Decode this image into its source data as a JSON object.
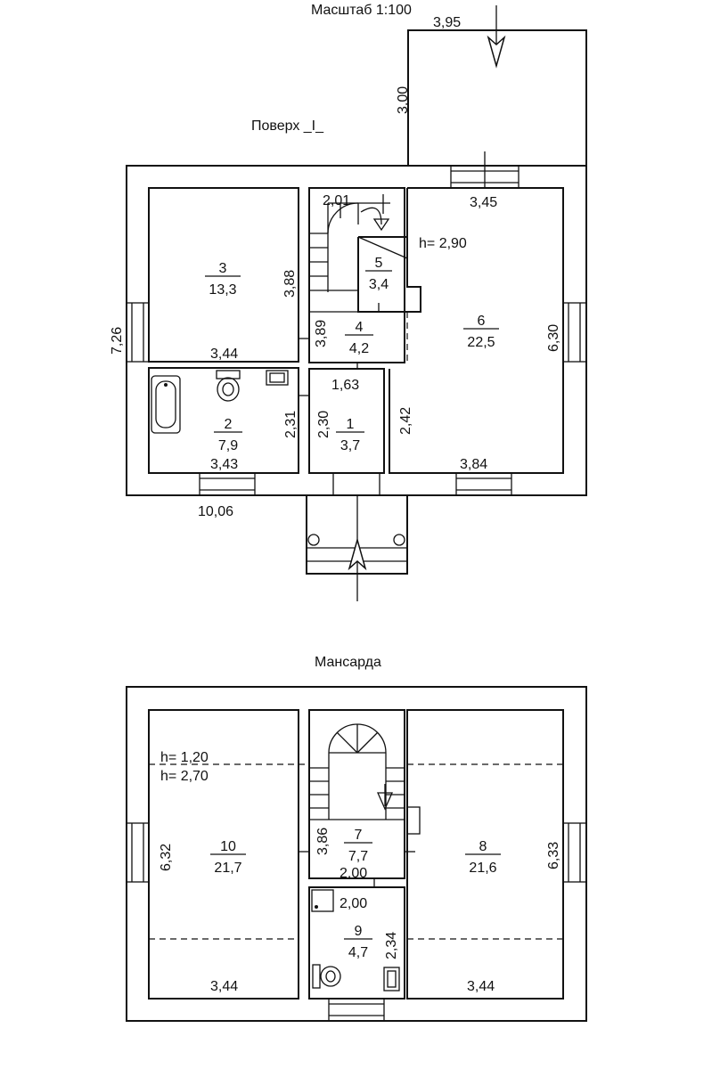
{
  "header": {
    "scale": "Масштаб 1:100"
  },
  "floor1": {
    "title": "Поверх _І_",
    "rooms": [
      {
        "num": "1",
        "area": "3,7"
      },
      {
        "num": "2",
        "area": "7,9"
      },
      {
        "num": "3",
        "area": "13,3"
      },
      {
        "num": "4",
        "area": "4,2"
      },
      {
        "num": "5",
        "area": "3,4"
      },
      {
        "num": "6",
        "area": "22,5"
      }
    ],
    "dims": {
      "terrace_width": "3,95",
      "terrace_depth": "3,00",
      "opening": "3,45",
      "stair": "2,01",
      "height": "h= 2,90",
      "r3_depth": "3,88",
      "r3_width": "3,44",
      "r4_depth": "3,89",
      "r1_width": "1,63",
      "r2_depth": "2,31",
      "r1_depth": "2,30",
      "r2_width": "3,43",
      "r6_side": "2,42",
      "r6_depth": "6,30",
      "r6_width": "3,84",
      "overall_depth": "7,26",
      "overall_width": "10,06"
    }
  },
  "floor2": {
    "title": "Мансарда",
    "rooms": [
      {
        "num": "7",
        "area": "7,7"
      },
      {
        "num": "8",
        "area": "21,6"
      },
      {
        "num": "9",
        "area": "4,7"
      },
      {
        "num": "10",
        "area": "21,7"
      }
    ],
    "dims": {
      "h_low": "h= 1,20",
      "h_high": "h= 2,70",
      "r10_depth": "6,32",
      "r10_width": "3,44",
      "r7_depth": "3,86",
      "r7_width": "2,00",
      "r9_width": "2,00",
      "r9_depth": "2,34",
      "r8_depth": "6,33",
      "r8_width": "3,44"
    }
  }
}
